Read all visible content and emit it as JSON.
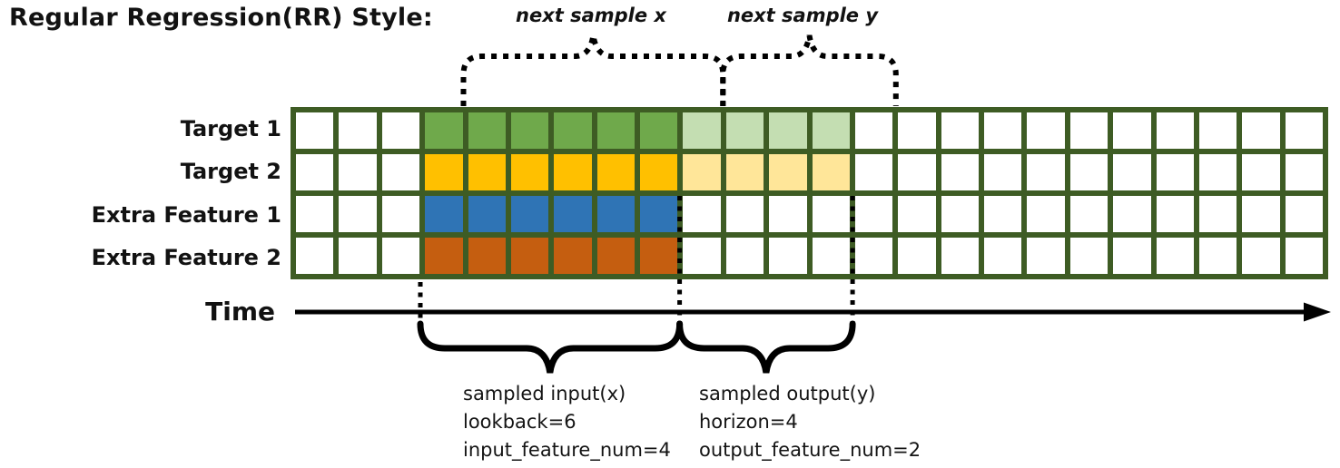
{
  "title": "Regular Regression(RR) Style:",
  "time_label": "Time",
  "annotations": {
    "next_sample_x": "next sample x",
    "next_sample_y": "next sample y",
    "input_note_lines": [
      "sampled input(x)",
      "lookback=6",
      "input_feature_num=4"
    ],
    "output_note_lines": [
      "sampled output(y)",
      "horizon=4",
      "output_feature_num=2"
    ]
  },
  "sample": {
    "lookback": 6,
    "horizon": 4,
    "input_feature_num": 4,
    "output_feature_num": 2,
    "input_start_col": 3,
    "total_cols": 24
  },
  "grid": {
    "columns": 24,
    "rows": [
      {
        "label": "Target 1",
        "input_color": "#6fa94b",
        "output_color": "#c4deb2"
      },
      {
        "label": "Target 2",
        "input_color": "#ffc000",
        "output_color": "#ffe699"
      },
      {
        "label": "Extra Feature 1",
        "input_color": "#2f74b5",
        "output_color": null
      },
      {
        "label": "Extra Feature 2",
        "input_color": "#c55e10",
        "output_color": null
      }
    ],
    "line_color": "#3e5c24",
    "cell_color": "#ffffff",
    "annotation_color": "#000000"
  }
}
